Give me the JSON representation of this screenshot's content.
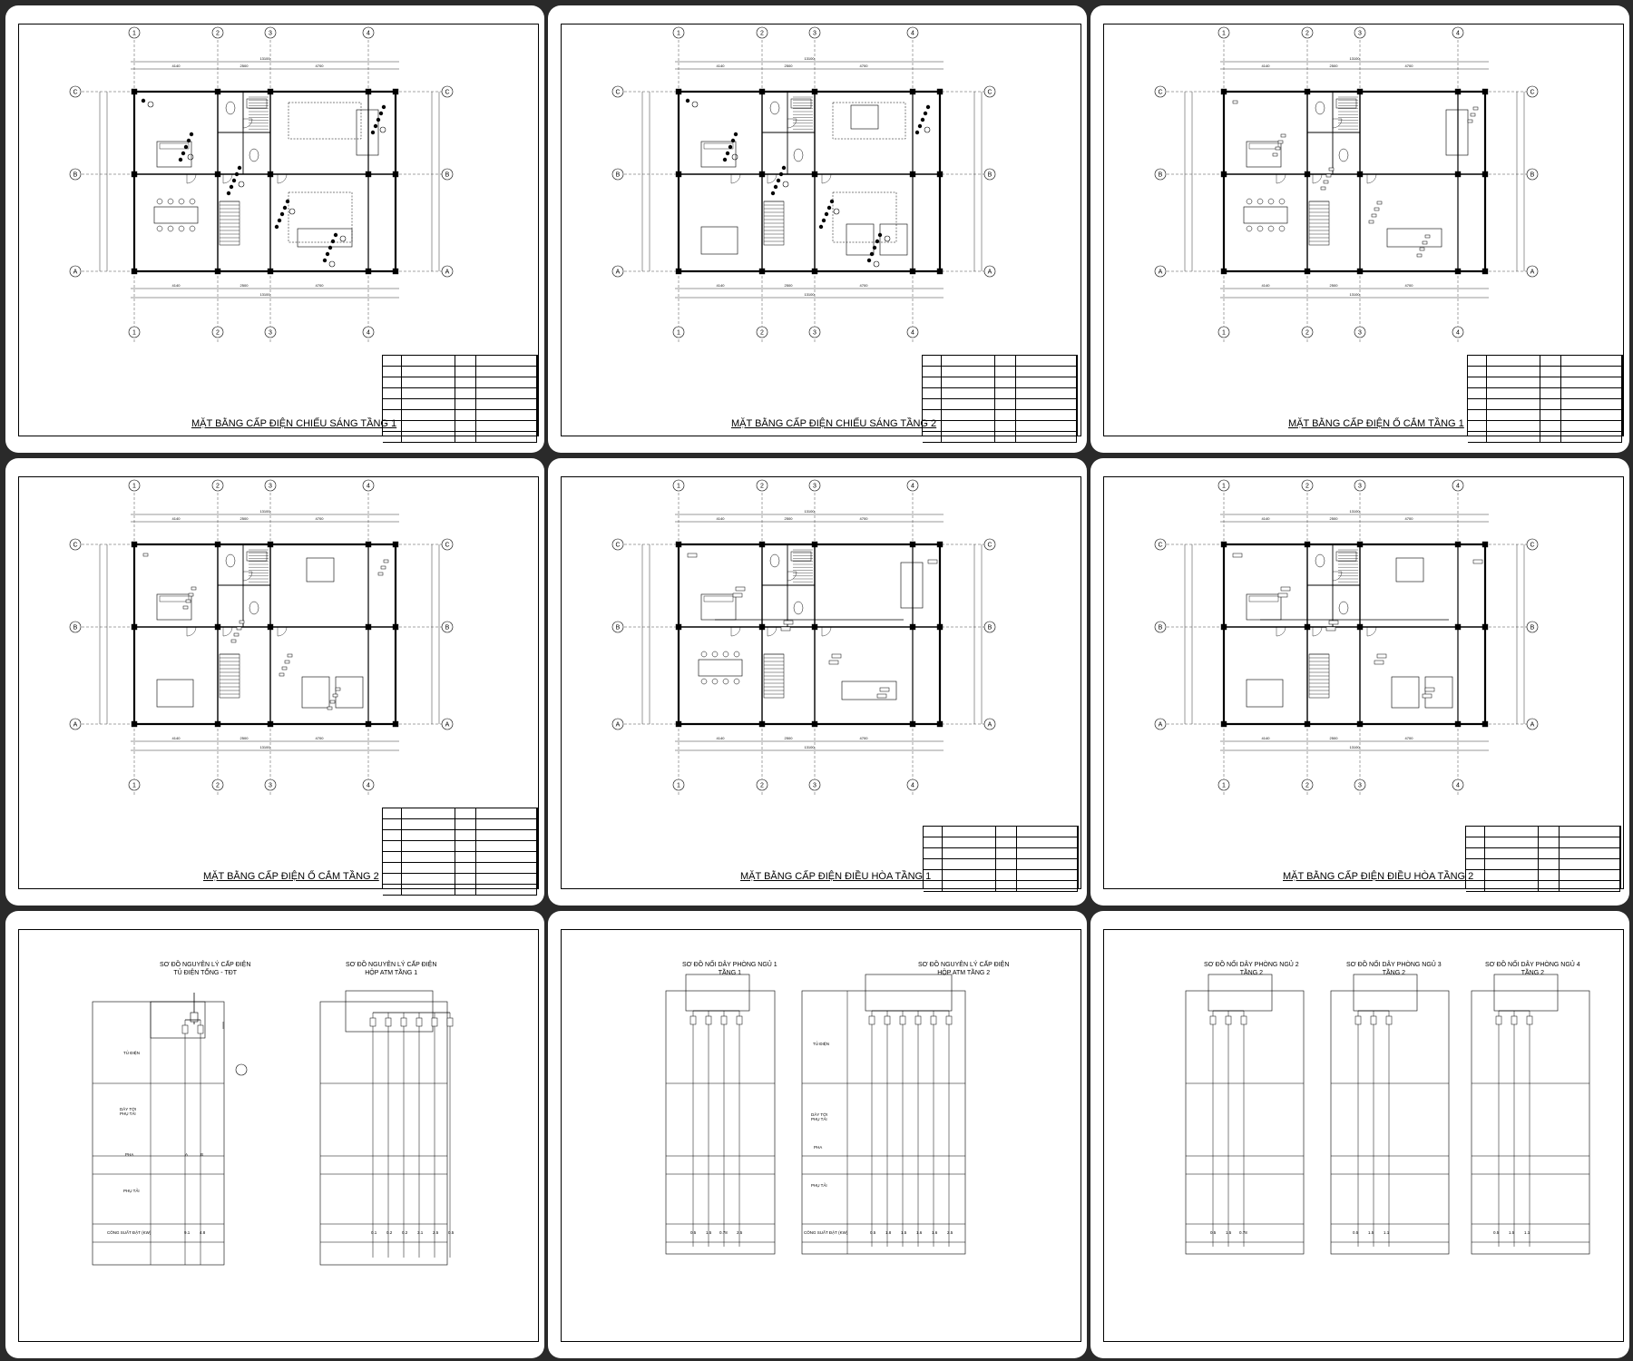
{
  "sheets": [
    {
      "title": "MẶT BẰNG CẤP ĐIỆN CHIẾU SÁNG TẦNG 1"
    },
    {
      "title": "MẶT BẰNG CẤP ĐIỆN CHIẾU SÁNG TẦNG 2"
    },
    {
      "title": "MẶT BẰNG CẤP ĐIỆN Ổ CẮM TẦNG 1"
    },
    {
      "title": "MẶT BẰNG CẤP ĐIỆN Ổ CẮM TẦNG 2"
    },
    {
      "title": "MẶT BẰNG CẤP ĐIỆN ĐIỀU HÒA TẦNG 1"
    },
    {
      "title": "MẶT BẰNG CẤP ĐIỆN ĐIỀU HÒA TẦNG 2"
    }
  ],
  "axes": {
    "cols": [
      "1",
      "2",
      "3",
      "4"
    ],
    "rows": [
      "C",
      "B",
      "A"
    ]
  },
  "dims": {
    "total": "13100",
    "bays": [
      "4140",
      "2500",
      "4700"
    ]
  },
  "schematics": {
    "s7": {
      "t1a": "SƠ ĐỒ NGUYÊN LÝ CẤP ĐIỆN",
      "t1b": "TỦ ĐIỆN TỔNG - TĐT",
      "t2a": "SƠ ĐỒ NGUYÊN LÝ CẤP ĐIỆN",
      "t2b": "HỘP ATM TẦNG 1",
      "rows": [
        "TỦ ĐIỆN",
        "DÂY TỚI PHỤ TẢI",
        "PHA",
        "PHỤ TẢI",
        "CÔNG SUẤT ĐẶT (KW)"
      ],
      "phase": [
        "A",
        "B"
      ],
      "kw_left": [
        "9.1",
        "4.8"
      ],
      "kw_right": [
        "0.1",
        "0.2",
        "0.2",
        "3.1",
        "2.5",
        "0.5"
      ]
    },
    "s8": {
      "t1a": "SƠ ĐỒ NỐI DÂY PHÒNG NGỦ 1",
      "t1b": "TẦNG 1",
      "t2a": "SƠ ĐỒ NGUYÊN LÝ CẤP ĐIỆN",
      "t2b": "HỘP ATM TẦNG 2",
      "rows": [
        "TỦ ĐIỆN",
        "DÂY TỚI PHỤ TẢI",
        "PHA",
        "PHỤ TẢI",
        "CÔNG SUẤT ĐẶT (KW)"
      ],
      "kw_left": [
        "0.5",
        "1.5",
        "0.78",
        "2.5"
      ],
      "kw_right": [
        "0.5",
        "1.8",
        "1.5",
        "1.6",
        "1.6",
        "2.5"
      ]
    },
    "s9": {
      "t1a": "SƠ ĐỒ NỐI DÂY PHÒNG NGỦ 2",
      "t1b": "TẦNG 2",
      "t2a": "SƠ ĐỒ NỐI DÂY PHÒNG NGỦ 3",
      "t2b": "TẦNG 2",
      "t3a": "SƠ ĐỒ NỐI DÂY PHÒNG NGỦ 4",
      "t3b": "TẦNG 2",
      "kw1": [
        "0.5",
        "1.5",
        "0.78"
      ],
      "kw2": [
        "0.5",
        "1.5",
        "1.1"
      ],
      "kw3": [
        "0.5",
        "1.5",
        "1.1"
      ]
    }
  }
}
